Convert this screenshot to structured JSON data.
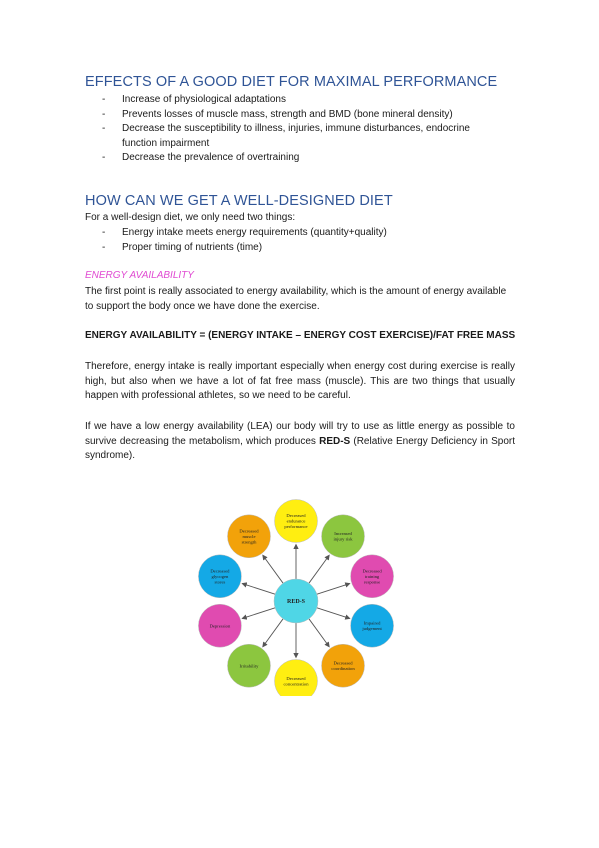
{
  "section1": {
    "title": "EFFECTS OF A GOOD DIET FOR MAXIMAL PERFORMANCE",
    "bullets": [
      "Increase of physiological adaptations",
      "Prevents losses of muscle mass, strength and BMD (bone mineral density)",
      "Decrease the susceptibility to illness, injuries, immune disturbances, endocrine function impairment",
      "Decrease the prevalence of overtraining"
    ]
  },
  "section2": {
    "title": "HOW CAN WE GET A WELL-DESIGNED DIET",
    "intro": "For a well-design diet, we only need two things:",
    "bullets": [
      "Energy intake meets energy requirements (quantity+quality)",
      "Proper timing of nutrients (time)"
    ]
  },
  "energy": {
    "subtitle": "ENERGY AVAILABILITY",
    "para1": "The first point is really associated to energy availability, which is the amount of energy available to support the body once we have done the exercise.",
    "formula": "ENERGY AVAILABILITY = (ENERGY INTAKE – ENERGY COST EXERCISE)/FAT FREE MASS",
    "para2": "Therefore, energy intake is really important especially when energy cost during exercise is really high, but also when we have a lot of fat free mass (muscle). This are two things that usually happen with professional athletes, so we need to be careful.",
    "para3_a": "If we have a low energy availability (LEA) our body will try to use as little energy as possible to survive decreasing the metabolism, which produces ",
    "para3_term": "RED-S",
    "para3_b": " (Relative Energy Deficiency in Sport syndrome)."
  },
  "diagram": {
    "center": "RED-S",
    "center_color": "#4fd6e6",
    "nodes": [
      {
        "lines": [
          "Decreased",
          "endurance",
          "performance"
        ],
        "color": "#ffee11"
      },
      {
        "lines": [
          "Increased",
          "injury risk"
        ],
        "color": "#8cc63f"
      },
      {
        "lines": [
          "Decreased",
          "training",
          "response"
        ],
        "color": "#e04bb0"
      },
      {
        "lines": [
          "Impaired",
          "judgement"
        ],
        "color": "#14a9e6"
      },
      {
        "lines": [
          "Decreased",
          "coordination"
        ],
        "color": "#f2a20a"
      },
      {
        "lines": [
          "Decreased",
          "concentration"
        ],
        "color": "#ffee11"
      },
      {
        "lines": [
          "Irritability"
        ],
        "color": "#8cc63f"
      },
      {
        "lines": [
          "Depression"
        ],
        "color": "#e04bb0"
      },
      {
        "lines": [
          "Decreased",
          "glycogen",
          "stores"
        ],
        "color": "#14a9e6"
      },
      {
        "lines": [
          "Decreased",
          "muscle",
          "strength"
        ],
        "color": "#f2a20a"
      }
    ]
  }
}
